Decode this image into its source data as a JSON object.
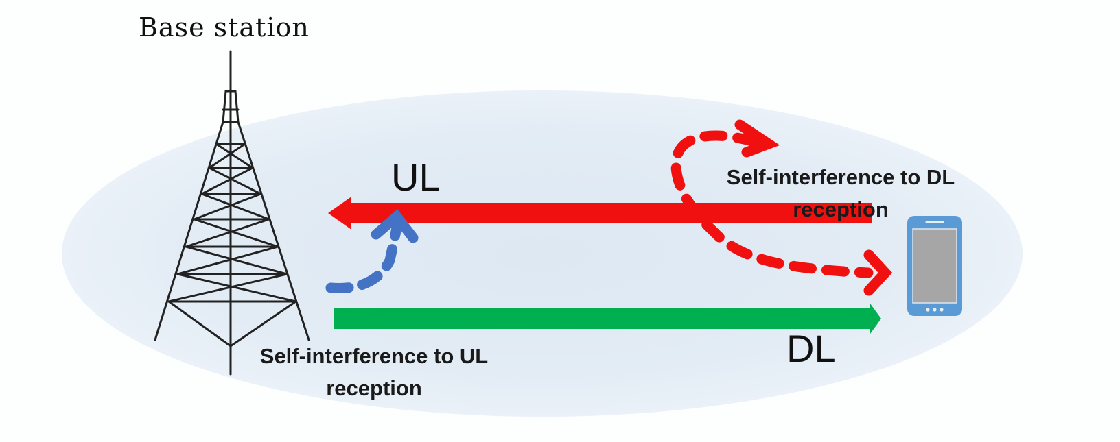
{
  "diagram": {
    "base_station_label": "Base station",
    "ul_label": "UL",
    "dl_label": "DL",
    "si_ul_label": "Self-interference to UL reception",
    "si_dl_label": "Self-interference to DL reception"
  },
  "colors": {
    "ul_arrow": "#f01010",
    "dl_arrow": "#00b050",
    "si_ul_arrow": "#4472c4",
    "si_dl_arrow": "#f01010",
    "coverage": "#e2ebf4",
    "phone_body": "#5b9bd5",
    "phone_screen": "#a6a6a6"
  },
  "icons": {
    "tower": "base-station-tower-icon",
    "phone": "mobile-phone-icon"
  }
}
